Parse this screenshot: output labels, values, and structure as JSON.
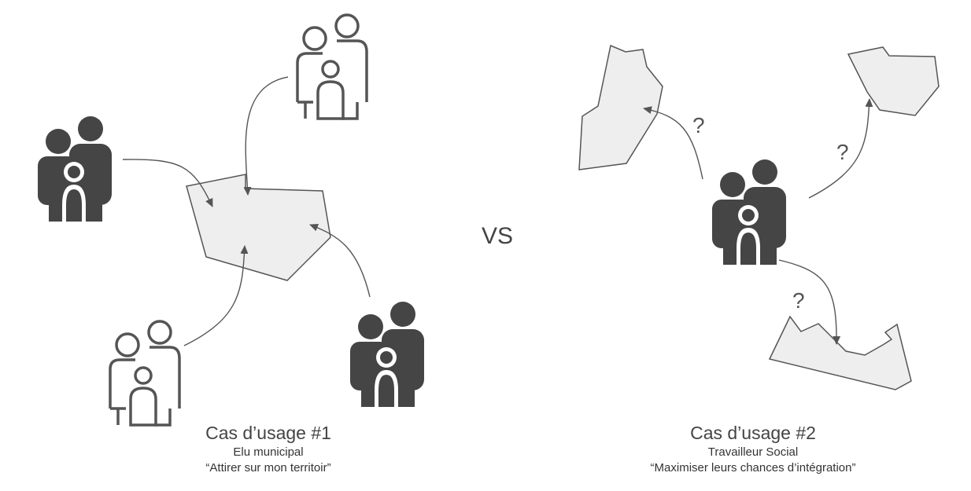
{
  "separator": "VS",
  "question_mark": "?",
  "left": {
    "title": "Cas d’usage #1",
    "role": "Elu municipal",
    "quote": "“Attirer sur mon territoir”"
  },
  "right": {
    "title": "Cas d’usage #2",
    "role": "Travailleur Social",
    "quote": "“Maximiser leurs chances d’intégration”"
  },
  "colors": {
    "territory_fill": "#eeeeee",
    "stroke": "#444444",
    "family_filled": "#454545",
    "arrow": "#555555"
  },
  "icons": [
    "family-filled-icon",
    "family-outline-icon",
    "territory-shape",
    "arrow"
  ]
}
